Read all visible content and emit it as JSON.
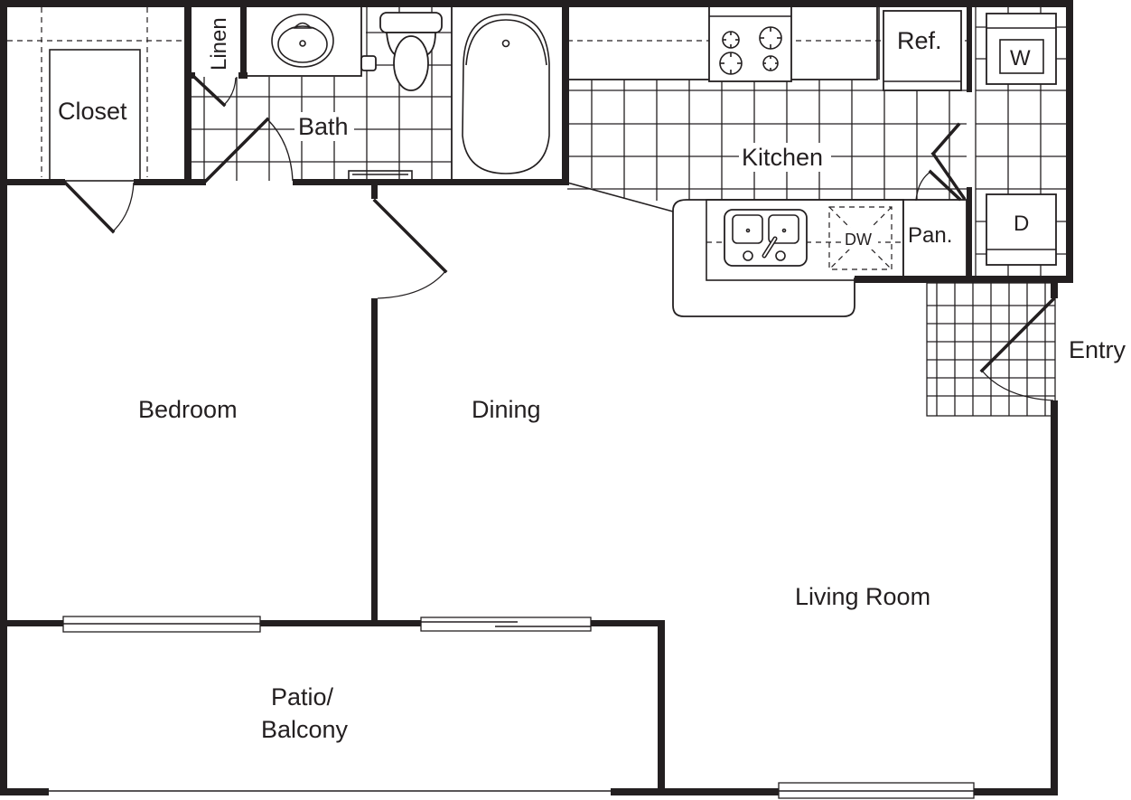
{
  "floorplan": {
    "rooms": [
      {
        "id": "closet",
        "label": "Closet"
      },
      {
        "id": "linen",
        "label": "Linen"
      },
      {
        "id": "bath",
        "label": "Bath"
      },
      {
        "id": "kitchen",
        "label": "Kitchen"
      },
      {
        "id": "bedroom",
        "label": "Bedroom"
      },
      {
        "id": "dining",
        "label": "Dining"
      },
      {
        "id": "living_room",
        "label": "Living Room"
      },
      {
        "id": "patio_line1",
        "label": "Patio/"
      },
      {
        "id": "patio_line2",
        "label": "Balcony"
      },
      {
        "id": "entry",
        "label": "Entry"
      },
      {
        "id": "pantry",
        "label": "Pan."
      }
    ],
    "appliances": {
      "refrigerator": "Ref.",
      "washer": "W",
      "dryer": "D",
      "dishwasher": "DW"
    },
    "colors": {
      "wall": "#231f20",
      "background": "#ffffff"
    }
  }
}
